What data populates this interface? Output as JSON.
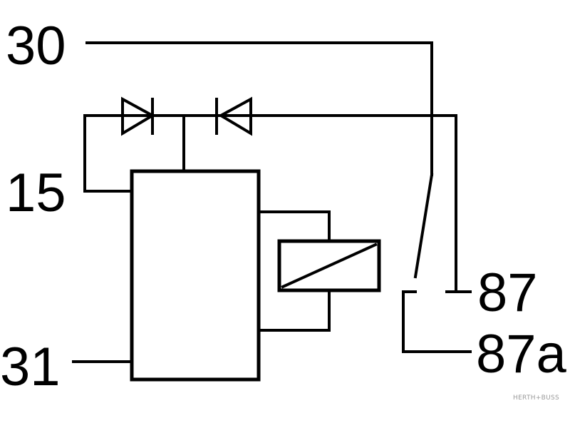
{
  "terminals": {
    "t30": "30",
    "t15": "15",
    "t31": "31",
    "t87": "87",
    "t87a": "87a"
  },
  "watermark": "HERTH+BUSS"
}
